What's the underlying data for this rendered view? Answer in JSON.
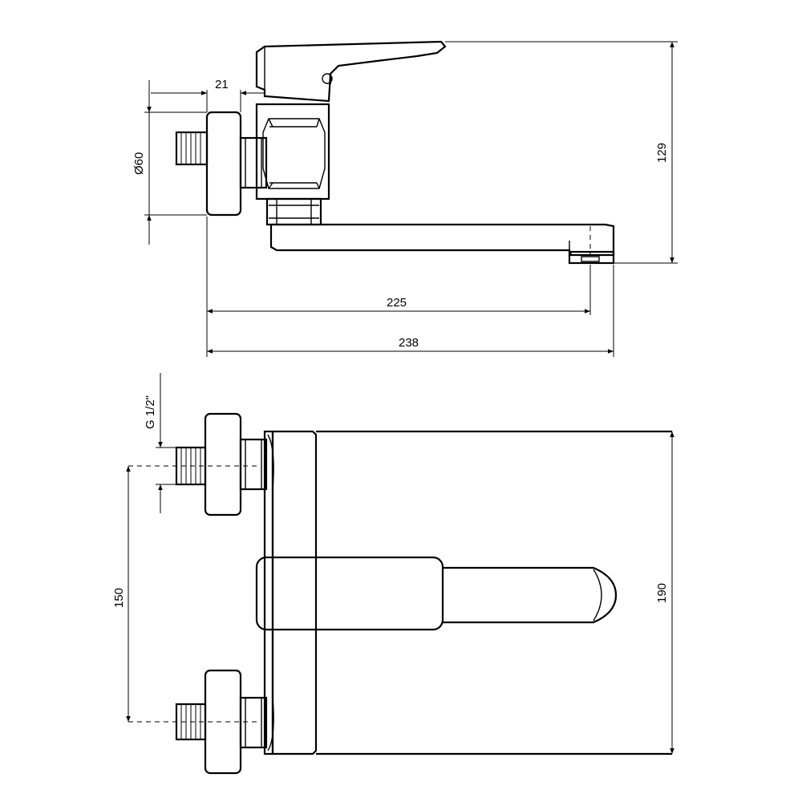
{
  "dimensions": {
    "side_view": {
      "thread_offset": "21",
      "flange_diameter": "Ø60",
      "height": "129",
      "spout_reach": "225",
      "overall_length": "238"
    },
    "top_view": {
      "thread_size": "G 1/2\"",
      "inlet_spacing": "150",
      "body_height": "190"
    }
  }
}
